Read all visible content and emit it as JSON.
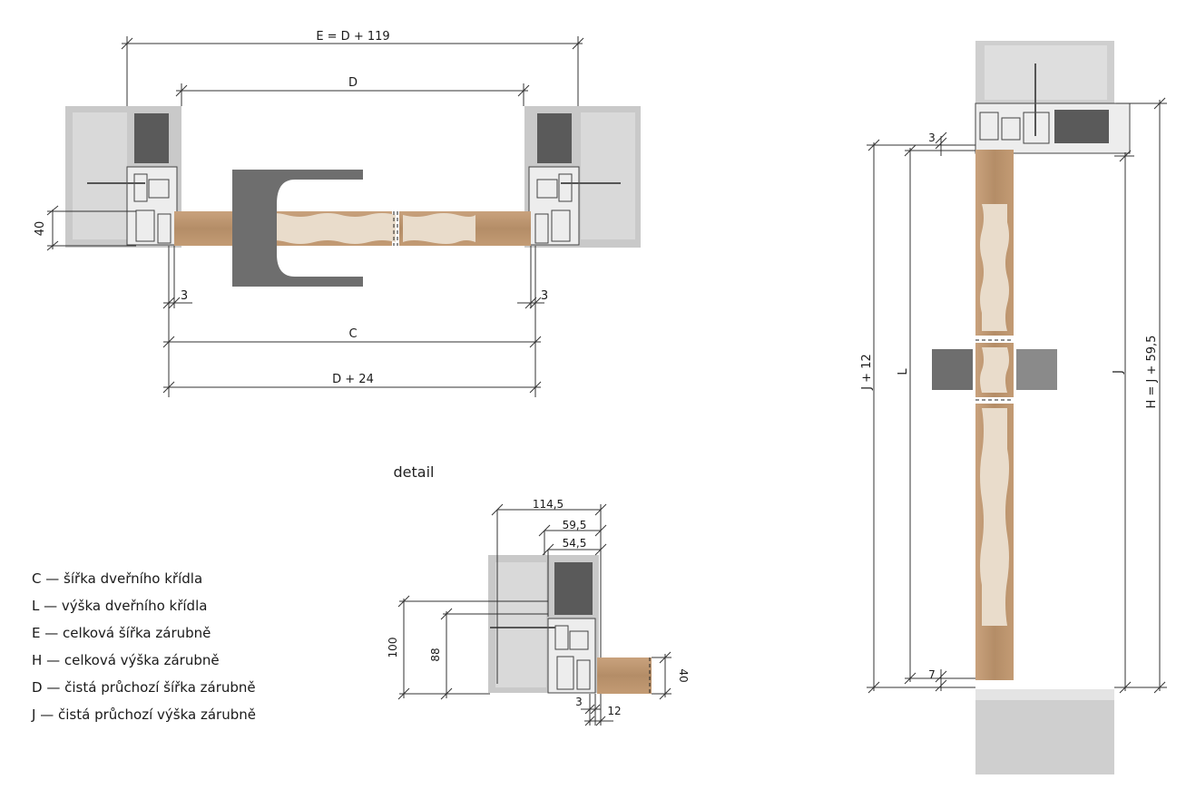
{
  "plan": {
    "dim_e": "E = D + 119",
    "dim_d": "D",
    "dim_c": "C",
    "dim_d24": "D + 24",
    "dim_gap_left": "3",
    "dim_gap_right": "3",
    "dim_40": "40"
  },
  "detail": {
    "title": "detail",
    "dim_1145": "114,5",
    "dim_595": "59,5",
    "dim_545": "54,5",
    "dim_100": "100",
    "dim_88": "88",
    "dim_40": "40",
    "dim_3": "3",
    "dim_12": "12"
  },
  "elevation": {
    "dim_top_gap": "3",
    "dim_bottom_gap": "7",
    "dim_j12": "J + 12",
    "dim_l": "L",
    "dim_j": "J",
    "dim_h": "H = J + 59,5"
  },
  "legend": [
    {
      "key": "C",
      "dash": "—",
      "text": "šířka dveřního křídla"
    },
    {
      "key": "L",
      "dash": "—",
      "text": "výška dveřního křídla"
    },
    {
      "key": "E",
      "dash": "—",
      "text": "celková šířka zárubně"
    },
    {
      "key": "H",
      "dash": "—",
      "text": "celková výška zárubně"
    },
    {
      "key": "D",
      "dash": "—",
      "text": "čistá průchozí šířka zárubně"
    },
    {
      "key": "J",
      "dash": "—",
      "text": "čistá průchozí výška zárubně"
    }
  ],
  "colors": {
    "wall": "#c8c8c8",
    "frame": "#e2e2e2",
    "dark": "#5a5a5a",
    "wood": "#b5906b",
    "core": "#e9dccb"
  }
}
